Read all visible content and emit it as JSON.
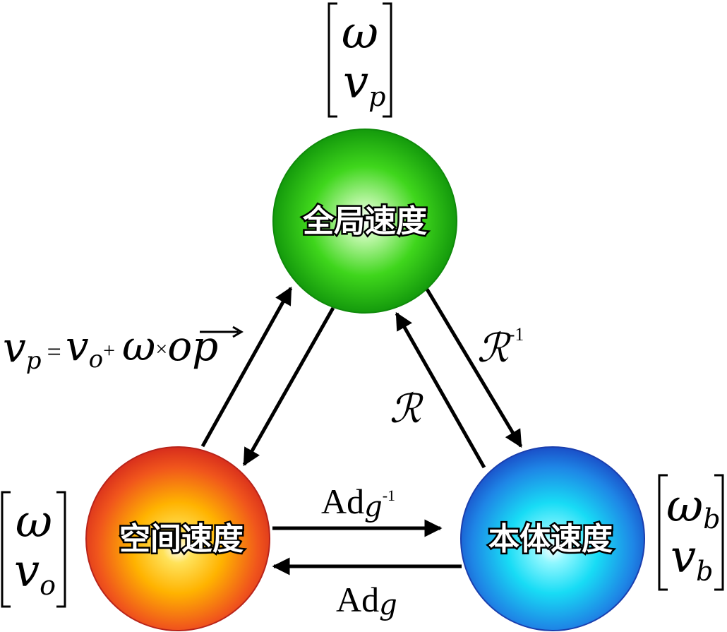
{
  "nodes": {
    "global": {
      "label": "全局速度",
      "color": "#22c414"
    },
    "spatial": {
      "label": "空间速度",
      "color": "#e8431c"
    },
    "body": {
      "label": "本体速度",
      "color": "#1a73e6"
    }
  },
  "vectors": {
    "global": {
      "top": "ω",
      "bottom_main": "v",
      "bottom_sub": "p"
    },
    "spatial": {
      "top": "ω",
      "bottom_main": "v",
      "bottom_sub": "o"
    },
    "body": {
      "top_main": "ω",
      "top_sub": "b",
      "bottom_main": "v",
      "bottom_sub": "b"
    }
  },
  "edges": {
    "spatial_to_global_formula": {
      "lhs_main": "v",
      "lhs_sub": "p",
      "eq": "=",
      "v_main": "v",
      "v_sub": "o",
      "plus": "+",
      "omega": "ω",
      "times": "×",
      "vec": "op"
    },
    "global_to_body": {
      "main": "ℛ",
      "sup": "-1"
    },
    "body_to_global": {
      "main": "ℛ"
    },
    "spatial_to_body": {
      "main": "Ad",
      "sub": "g",
      "sup": "-1"
    },
    "body_to_spatial": {
      "main": "Ad",
      "sub": "g"
    }
  }
}
